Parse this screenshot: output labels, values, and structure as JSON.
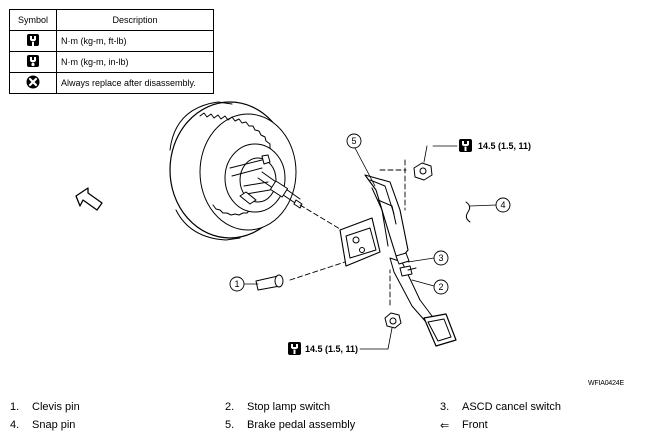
{
  "legend": {
    "header_symbol": "Symbol",
    "header_description": "Description",
    "rows": [
      {
        "icon": "torque-wrench-icon",
        "description": "N·m (kg-m, ft-lb)"
      },
      {
        "icon": "torque-wrench-small-icon",
        "description": "N·m (kg-m, in-lb)"
      },
      {
        "icon": "always-replace-icon",
        "description": "Always replace after disassembly."
      }
    ]
  },
  "diagram": {
    "callouts": [
      "1",
      "2",
      "3",
      "4",
      "5"
    ],
    "torque_top": "14.5 (1.5, 11)",
    "torque_bottom": "14.5 (1.5, 11)",
    "figure_id": "WFIA0424E"
  },
  "key": [
    {
      "num": "1.",
      "label": "Clevis pin"
    },
    {
      "num": "2.",
      "label": "Stop lamp switch"
    },
    {
      "num": "3.",
      "label": "ASCD cancel switch"
    },
    {
      "num": "4.",
      "label": "Snap pin"
    },
    {
      "num": "5.",
      "label": "Brake pedal assembly"
    },
    {
      "num": "⇐",
      "label": "Front"
    }
  ]
}
